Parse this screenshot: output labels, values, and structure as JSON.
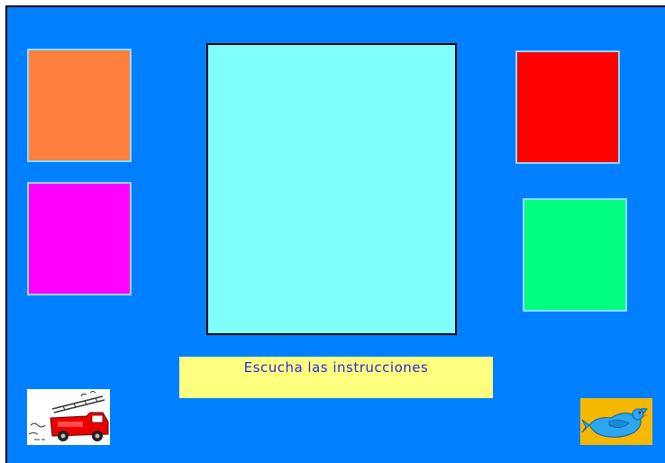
{
  "colors": {
    "background": "#0080ff",
    "orange": "#ff7f3f",
    "magenta": "#ff00ff",
    "red": "#ff0000",
    "green": "#00ff80",
    "target": "#80ffff",
    "instructions_bg": "#ffff80",
    "bird_button_bg": "#f5b800"
  },
  "tiles": [
    {
      "color_name": "orange"
    },
    {
      "color_name": "magenta"
    },
    {
      "color_name": "red"
    },
    {
      "color_name": "green"
    }
  ],
  "instructions": {
    "text": "Escucha las instrucciones"
  },
  "buttons": {
    "left_icon": "fire-truck-icon",
    "right_icon": "bird-icon"
  }
}
